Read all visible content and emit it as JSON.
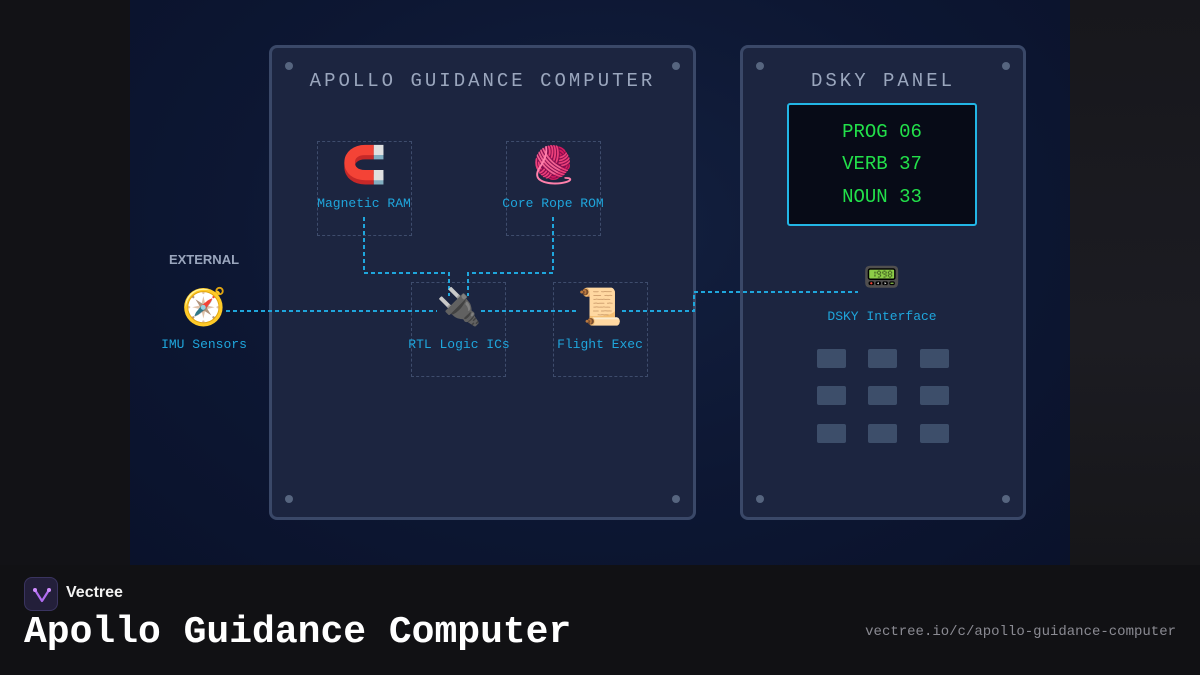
{
  "agc_panel": {
    "title": "APOLLO GUIDANCE COMPUTER"
  },
  "dsky_panel": {
    "title": "DSKY PANEL",
    "display": [
      "PROG 06",
      "VERB 37",
      "NOUN 33"
    ],
    "display_color": "#22e04a",
    "keypad_rows": 3,
    "keypad_cols": 3
  },
  "external_label": "EXTERNAL",
  "nodes": {
    "magnetic_ram": {
      "label": "Magnetic RAM",
      "icon": "🧲",
      "icon_name": "magnet-icon"
    },
    "core_rope_rom": {
      "label": "Core Rope ROM",
      "icon": "🧶",
      "icon_name": "yarn-icon"
    },
    "rtl_logic": {
      "label": "RTL Logic ICs",
      "icon": "🔌",
      "icon_name": "plug-icon"
    },
    "flight_exec": {
      "label": "Flight Exec",
      "icon": "📜",
      "icon_name": "scroll-icon"
    },
    "imu_sensors": {
      "label": "IMU Sensors",
      "icon": "🧭",
      "icon_name": "compass-icon"
    },
    "dsky_interface": {
      "label": "DSKY Interface",
      "icon": "📟",
      "icon_name": "pager-icon"
    }
  },
  "colors": {
    "wire": "#1fa6dc",
    "label": "#1fa6dc",
    "panel_border": "#3a4868",
    "screen_border": "#22b6e6"
  },
  "footer": {
    "brand": "Vectree",
    "title": "Apollo Guidance Computer",
    "url": "vectree.io/c/apollo-guidance-computer"
  }
}
